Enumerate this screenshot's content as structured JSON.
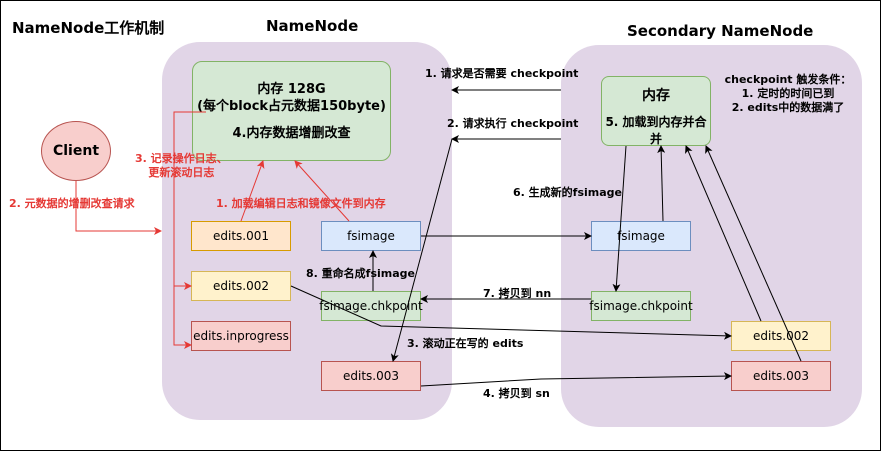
{
  "title": "NameNode工作机制",
  "namenode": {
    "title": "NameNode",
    "memory": {
      "line1": "内存 128G",
      "line2": "(每个block占元数据150byte)",
      "line3": "4.内存数据增删改查"
    },
    "edits001": "edits.001",
    "edits002": "edits.002",
    "edits_inprogress": "edits.inprogress",
    "fsimage": "fsimage",
    "fsimage_chkpoint": "fsimage.chkpoint",
    "edits003": "edits.003"
  },
  "secondary": {
    "title": "Secondary NameNode",
    "memory": {
      "line1": "内存",
      "line2": "5. 加载到内存并合并"
    },
    "fsimage": "fsimage",
    "fsimage_chkpoint": "fsimage.chkpoint",
    "edits002": "edits.002",
    "edits003": "edits.003",
    "trigger": {
      "line1": "checkpoint 触发条件：",
      "line2": "1. 定时的时间已到",
      "line3": "2. edits中的数据满了"
    }
  },
  "client": "Client",
  "labels": {
    "step1": "1. 请求是否需要 checkpoint",
    "step2": "2. 请求执行 checkpoint",
    "step3": "3. 滚动正在写的 edits",
    "step4": "4. 拷贝到 sn",
    "step6": "6. 生成新的fsimage",
    "step7": "7. 拷贝到 nn",
    "step8": "8. 重命名成fsimage",
    "red_load": "1. 加载编辑日志和镜像文件到内存",
    "red_record_1": "3. 记录操作日志、",
    "red_record_2": "更新滚动日志",
    "red_client": "2. 元数据的增删改查请求"
  },
  "colors": {
    "panel": "#e1d5e7",
    "red": "#e53935",
    "arrow": "#000000"
  }
}
